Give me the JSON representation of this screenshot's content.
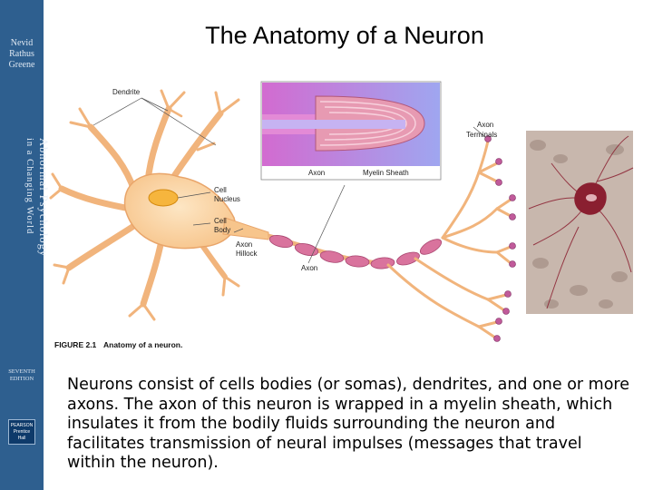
{
  "side_band": {
    "authors": [
      "Nevid",
      "Rathus",
      "Greene"
    ],
    "book_title_line1": "Abnormal Psychology",
    "book_title_line2": "in a Changing World",
    "edition_line1": "SEVENTH",
    "edition_line2": "EDITION",
    "publisher": "PEARSON",
    "publisher_sub": "Prentice Hall"
  },
  "slide": {
    "title": "The Anatomy of a Neuron",
    "body": "Neurons consist of cells bodies (or somas), dendrites, and one or more axons. The axon of this neuron is wrapped in a myelin sheath, which insulates it from the bodily fluids surrounding the neuron and facilitates transmission of neural impulses (messages that travel within the neuron)."
  },
  "figure": {
    "caption_number": "FIGURE 2.1",
    "caption_text": "Anatomy of a neuron.",
    "labels": {
      "dendrite": "Dendrite",
      "cell_nucleus_1": "Cell",
      "cell_nucleus_2": "Nucleus",
      "cell_body_1": "Cell",
      "cell_body_2": "Body",
      "axon_hillock_1": "Axon",
      "axon_hillock_2": "Hillock",
      "axon": "Axon",
      "axon_terminals_1": "Axon",
      "axon_terminals_2": "Terminals",
      "inset_axon": "Axon",
      "inset_myelin": "Myelin Sheath"
    },
    "colors": {
      "cell_body": "#fbd7a8",
      "cell_outline": "#e9a56a",
      "nucleus": "#f6b53d",
      "myelin": "#d9739d",
      "terminal": "#c05a9a",
      "inset_bg": "#a8aef0",
      "photo_stain": "#8a1f30"
    }
  }
}
